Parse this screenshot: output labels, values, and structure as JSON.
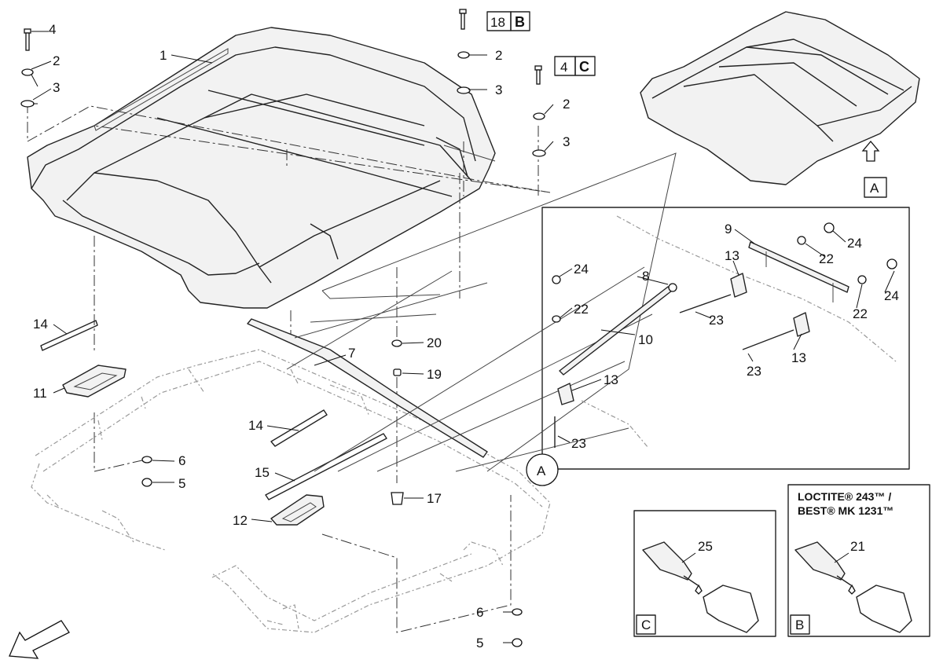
{
  "callouts": {
    "c1": "1",
    "c2a": "2",
    "c3a": "3",
    "c4a": "4",
    "c2b": "2",
    "c3b": "3",
    "c2c": "2",
    "c3c": "3",
    "c5a": "5",
    "c6a": "6",
    "c5b": "5",
    "c6b": "6",
    "c7": "7",
    "c8": "8",
    "c9": "9",
    "c10": "10",
    "c11": "11",
    "c12": "12",
    "c13a": "13",
    "c13b": "13",
    "c13c": "13",
    "c14a": "14",
    "c14b": "14",
    "c15": "15",
    "c17": "17",
    "c19": "19",
    "c20": "20",
    "c22a": "22",
    "c22b": "22",
    "c22c": "22",
    "c23a": "23",
    "c23b": "23",
    "c23c": "23",
    "c24a": "24",
    "c24b": "24",
    "c24c": "24",
    "c21": "21",
    "c25": "25"
  },
  "refs": {
    "b_qty": "18",
    "b_letter": "B",
    "c_qty": "4",
    "c_letter": "C",
    "view_a": "A",
    "detail_a": "A",
    "panel_c": "C",
    "panel_b": "B"
  },
  "loctite": {
    "line1": "LOCTITE® 243™ /",
    "line2": "BEST® MK 1231™"
  }
}
